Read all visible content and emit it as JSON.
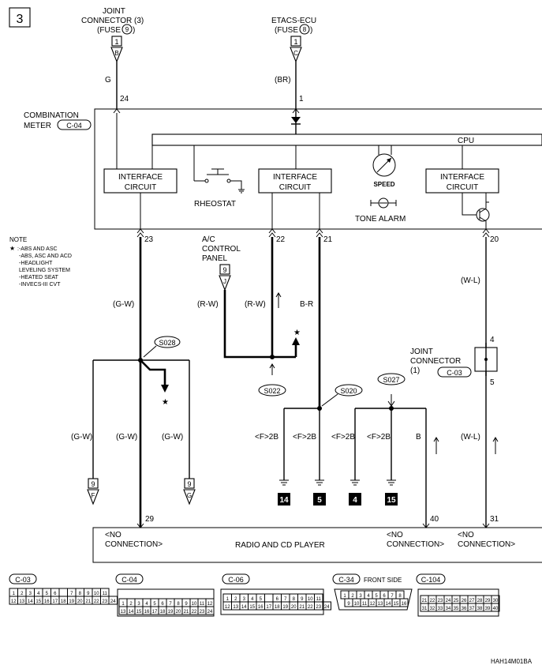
{
  "page_number": "3",
  "sources": {
    "joint_connector": {
      "line1": "JOINT",
      "line2": "CONNECTOR (3)",
      "line3a": "(FUSE",
      "fuse_no": "9",
      "line3b": ")",
      "connector_no": "1",
      "pin": "B",
      "wire": "G",
      "terminal": "24"
    },
    "etacs": {
      "line1": "ETACS-ECU",
      "line3a": "(FUSE",
      "fuse_no": "8",
      "line3b": ")",
      "connector_no": "1",
      "pin": "C",
      "wire": "(BR)",
      "terminal": "1"
    }
  },
  "combination_meter": {
    "line1": "COMBINATION",
    "line2": "METER",
    "connector": "C-04",
    "cpu": "CPU",
    "speed": "SPEED",
    "tone_alarm": "TONE ALARM",
    "rheostat": "RHEOSTAT"
  },
  "interface_circuit": {
    "line1": "INTERFACE",
    "line2": "CIRCUIT"
  },
  "note": {
    "title": "NOTE",
    "star": "★",
    "lines": [
      ":-ABS AND ASC",
      "-ABS, ASC AND ACD",
      "-HEADLIGHT",
      " LEVELING SYSTEM",
      "-HEATED SEAT",
      "-INVECS-III CVT"
    ]
  },
  "terminals": {
    "t23": "23",
    "t22": "22",
    "t21": "21",
    "t20": "20",
    "t29": "29",
    "t40": "40",
    "t31": "31",
    "t4": "4",
    "t5": "5"
  },
  "wires": {
    "gw": "(G-W)",
    "rw": "(R-W)",
    "br_r": "B-R",
    "wl": "(W-L)",
    "f2b": "<F>2B",
    "b": "B"
  },
  "ac_panel": {
    "line1": "A/C",
    "line2": "CONTROL",
    "line3": "PANEL",
    "connector_no": "9",
    "pin": "J"
  },
  "splices": {
    "s028": "S028",
    "s022": "S022",
    "s020": "S020",
    "s027": "S027"
  },
  "fuse_links": {
    "left_no": "9",
    "left_pin": "F",
    "right_no": "9",
    "right_pin": "G"
  },
  "grounds": [
    "14",
    "5",
    "4",
    "15"
  ],
  "joint_connector_1": {
    "line1": "JOINT",
    "line2": "CONNECTOR",
    "line3": "(1)",
    "connector": "C-03"
  },
  "radio": {
    "title": "RADIO AND CD PLAYER",
    "no_conn1": "<NO",
    "no_conn2": "CONNECTION>"
  },
  "connectors": {
    "c03": {
      "label": "C-03",
      "row1": [
        "1",
        "2",
        "3",
        "4",
        "5",
        "6",
        "",
        "7",
        "8",
        "9",
        "10",
        "11"
      ],
      "row2": [
        "12",
        "13",
        "14",
        "15",
        "16",
        "17",
        "18",
        "19",
        "20",
        "21",
        "22",
        "23",
        "24"
      ]
    },
    "c04": {
      "label": "C-04",
      "row1": [
        "1",
        "2",
        "3",
        "4",
        "5",
        "6",
        "7",
        "8",
        "9",
        "10",
        "11",
        "12"
      ],
      "row2": [
        "13",
        "14",
        "15",
        "16",
        "17",
        "18",
        "19",
        "20",
        "21",
        "22",
        "23",
        "24"
      ]
    },
    "c06": {
      "label": "C-06",
      "row1": [
        "1",
        "2",
        "3",
        "4",
        "5",
        "",
        "6",
        "7",
        "8",
        "9",
        "10",
        "11"
      ],
      "row2": [
        "12",
        "13",
        "14",
        "15",
        "16",
        "17",
        "18",
        "19",
        "20",
        "21",
        "22",
        "23",
        "24"
      ]
    },
    "c34": {
      "label": "C-34",
      "front": "FRONT SIDE",
      "row1": [
        "1",
        "2",
        "3",
        "4",
        "5",
        "6",
        "7",
        "8"
      ],
      "row2": [
        "9",
        "10",
        "11",
        "12",
        "13",
        "14",
        "15",
        "16"
      ]
    },
    "c104": {
      "label": "C-104",
      "row1": [
        "21",
        "22",
        "23",
        "24",
        "25",
        "26",
        "27",
        "28",
        "29",
        "30"
      ],
      "row2": [
        "31",
        "32",
        "33",
        "34",
        "35",
        "36",
        "37",
        "38",
        "39",
        "40"
      ]
    }
  },
  "footer_code": "HAH14M01BA"
}
